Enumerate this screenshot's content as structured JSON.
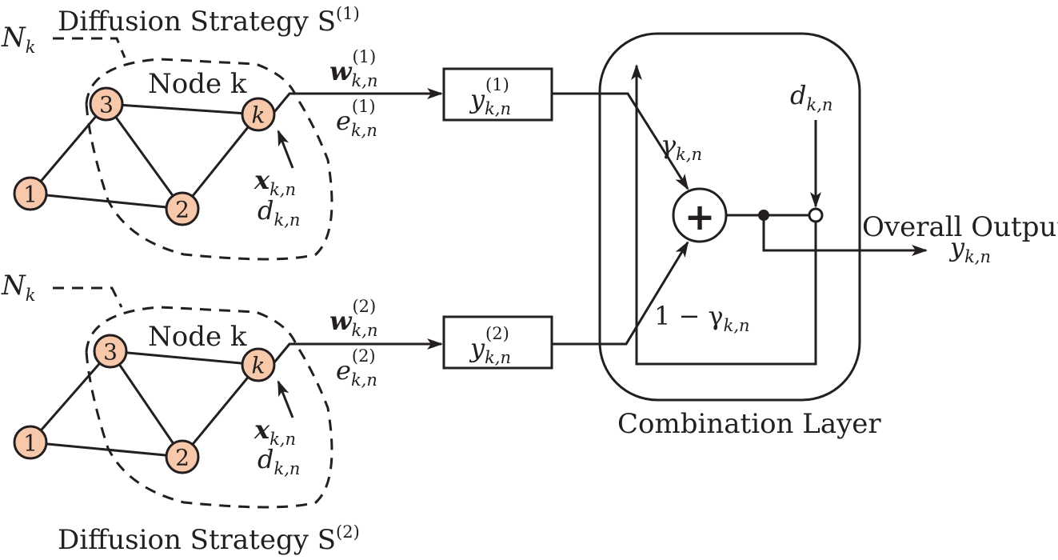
{
  "strategies": [
    {
      "title_prefix": "Diffusion Strategy S",
      "title_sup": "(1)",
      "neighborhood_label": "N",
      "neighborhood_sub": "k",
      "node_k_caption": "Node k",
      "nodes": [
        "1",
        "2",
        "3",
        "k"
      ],
      "weight_label": "w",
      "weight_sub": "k,n",
      "weight_sup": "(1)",
      "error_label": "e",
      "error_sub": "k,n",
      "error_sup": "(1)",
      "input_x": "x",
      "input_x_sub": "k,n",
      "input_d": "d",
      "input_d_sub": "k,n",
      "output_box_var": "y",
      "output_box_sub": "k,n",
      "output_box_sup": "(1)"
    },
    {
      "title_prefix": "Diffusion Strategy S",
      "title_sup": "(2)",
      "neighborhood_label": "N",
      "neighborhood_sub": "k",
      "node_k_caption": "Node k",
      "nodes": [
        "1",
        "2",
        "3",
        "k"
      ],
      "weight_label": "w",
      "weight_sub": "k,n",
      "weight_sup": "(2)",
      "error_label": "e",
      "error_sub": "k,n",
      "error_sup": "(2)",
      "input_x": "x",
      "input_x_sub": "k,n",
      "input_d": "d",
      "input_d_sub": "k,n",
      "output_box_var": "y",
      "output_box_sub": "k,n",
      "output_box_sup": "(2)"
    }
  ],
  "combination": {
    "layer_label": "Combination Layer",
    "gamma": "γ",
    "gamma_sub": "k,n",
    "one_minus_gamma": "1 − γ",
    "one_minus_gamma_sub": "k,n",
    "adder_symbol": "+",
    "desired_var": "d",
    "desired_sub": "k,n"
  },
  "output": {
    "label": "Overall Output",
    "var": "y",
    "sub": "k,n"
  }
}
